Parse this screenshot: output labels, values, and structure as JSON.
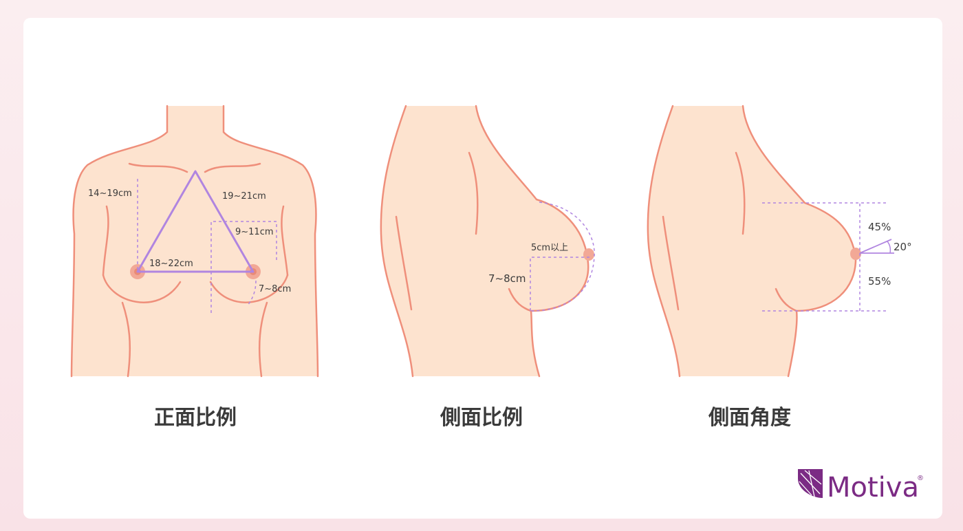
{
  "panels": [
    {
      "caption": "正面比例",
      "labels": [
        "14~19cm",
        "19~21cm",
        "9~11cm",
        "18~22cm",
        "7~8cm"
      ]
    },
    {
      "caption": "側面比例",
      "labels": [
        "5cm以上",
        "7~8cm"
      ]
    },
    {
      "caption": "側面角度",
      "labels": [
        "45%",
        "20°",
        "55%"
      ]
    }
  ],
  "brand": {
    "name": "Motiva",
    "mark": "®"
  },
  "colors": {
    "skin": "#fde3cf",
    "outline": "#ef8f7b",
    "nipple": "#f2a896",
    "measure": "#b085e0",
    "brand": "#7b2b84"
  }
}
